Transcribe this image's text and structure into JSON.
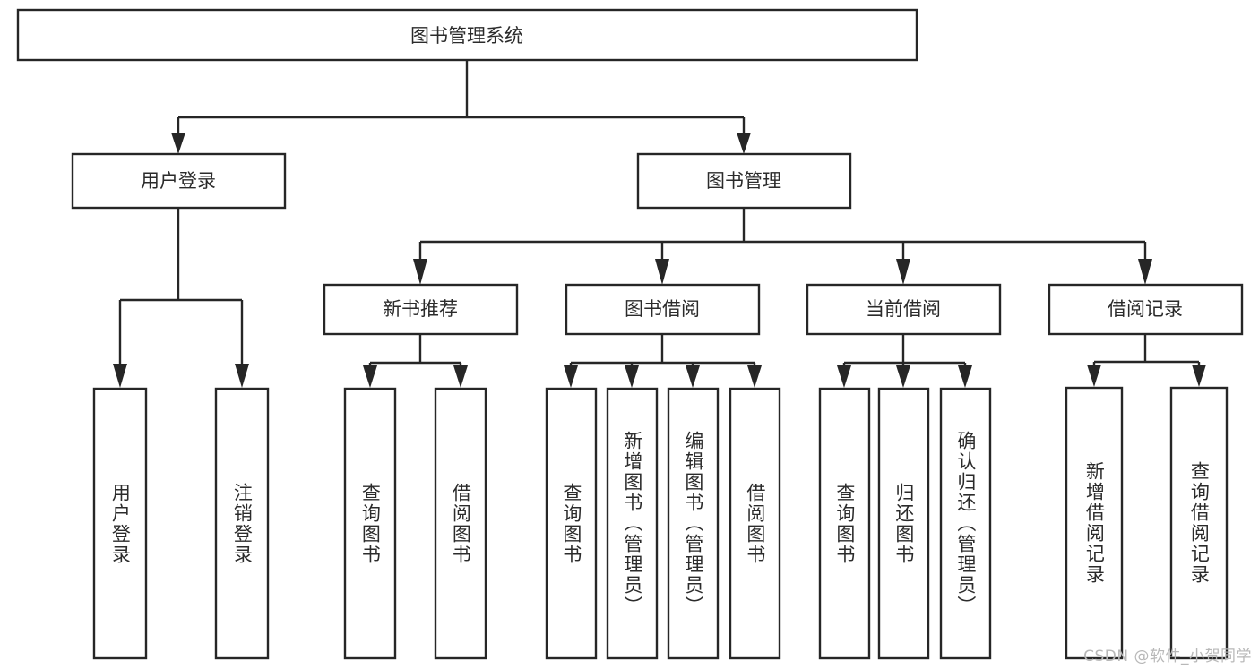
{
  "diagram": {
    "type": "tree-hierarchy",
    "title": "图书管理系统",
    "watermark": "CSDN @软件_小贺同学",
    "colors": {
      "stroke": "#262626",
      "fill": "#ffffff",
      "text": "#2b2b2b",
      "watermark": "#b8b8b8",
      "background": "#ffffff"
    },
    "levels": [
      {
        "level": 0,
        "nodes": [
          {
            "id": "root",
            "label": "图书管理系统",
            "orientation": "horizontal"
          }
        ]
      },
      {
        "level": 1,
        "nodes": [
          {
            "id": "user-login",
            "label": "用户登录",
            "orientation": "horizontal",
            "parent": "root"
          },
          {
            "id": "book-manage",
            "label": "图书管理",
            "orientation": "horizontal",
            "parent": "root"
          }
        ]
      },
      {
        "level": 2,
        "nodes": [
          {
            "id": "new-book-rec",
            "label": "新书推荐",
            "orientation": "horizontal",
            "parent": "book-manage"
          },
          {
            "id": "book-borrow",
            "label": "图书借阅",
            "orientation": "horizontal",
            "parent": "book-manage"
          },
          {
            "id": "current-borrow",
            "label": "当前借阅",
            "orientation": "horizontal",
            "parent": "book-manage"
          },
          {
            "id": "borrow-record",
            "label": "借阅记录",
            "orientation": "horizontal",
            "parent": "book-manage"
          }
        ]
      },
      {
        "level": 3,
        "nodes": [
          {
            "id": "leaf-user-login",
            "label": "用户登录",
            "orientation": "vertical",
            "parent": "user-login"
          },
          {
            "id": "leaf-logout",
            "label": "注销登录",
            "orientation": "vertical",
            "parent": "user-login"
          },
          {
            "id": "leaf-query-book-1",
            "label": "查询图书",
            "orientation": "vertical",
            "parent": "new-book-rec"
          },
          {
            "id": "leaf-borrow-book-1",
            "label": "借阅图书",
            "orientation": "vertical",
            "parent": "new-book-rec"
          },
          {
            "id": "leaf-query-book-2",
            "label": "查询图书",
            "orientation": "vertical",
            "parent": "book-borrow"
          },
          {
            "id": "leaf-add-book",
            "label": "新增图书（管理员）",
            "orientation": "vertical",
            "parent": "book-borrow"
          },
          {
            "id": "leaf-edit-book",
            "label": "编辑图书（管理员）",
            "orientation": "vertical",
            "parent": "book-borrow"
          },
          {
            "id": "leaf-borrow-book-2",
            "label": "借阅图书",
            "orientation": "vertical",
            "parent": "book-borrow"
          },
          {
            "id": "leaf-query-book-3",
            "label": "查询图书",
            "orientation": "vertical",
            "parent": "current-borrow"
          },
          {
            "id": "leaf-return-book",
            "label": "归还图书",
            "orientation": "vertical",
            "parent": "current-borrow"
          },
          {
            "id": "leaf-confirm-return",
            "label": "确认归还（管理员）",
            "orientation": "vertical",
            "parent": "current-borrow"
          },
          {
            "id": "leaf-add-record",
            "label": "新增借阅记录",
            "orientation": "vertical",
            "parent": "borrow-record"
          },
          {
            "id": "leaf-query-record",
            "label": "查询借阅记录",
            "orientation": "vertical",
            "parent": "borrow-record"
          }
        ]
      }
    ]
  }
}
